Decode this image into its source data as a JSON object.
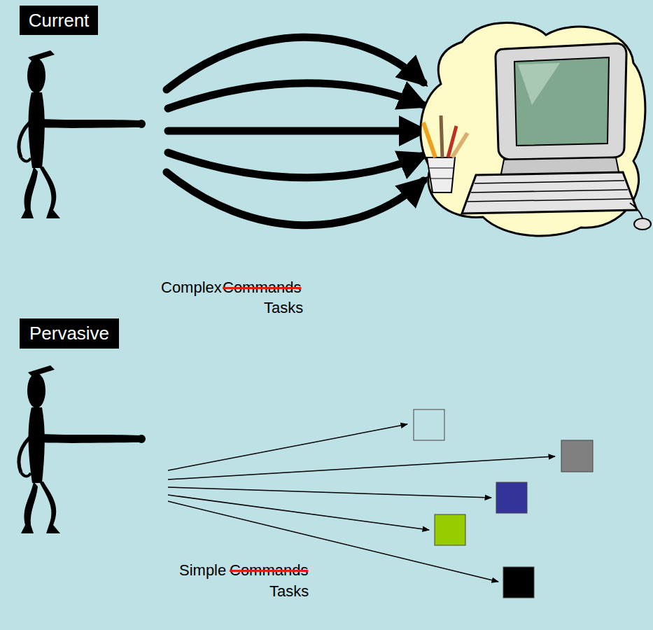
{
  "diagram": {
    "nodes": [
      {
        "text": [
          "Current"
        ]
      },
      {
        "text": [
          "Pervasive"
        ]
      }
    ],
    "labels": [
      "Complex",
      "Commands",
      "Tasks",
      "Simple",
      "Commands",
      "Tasks"
    ]
  }
}
